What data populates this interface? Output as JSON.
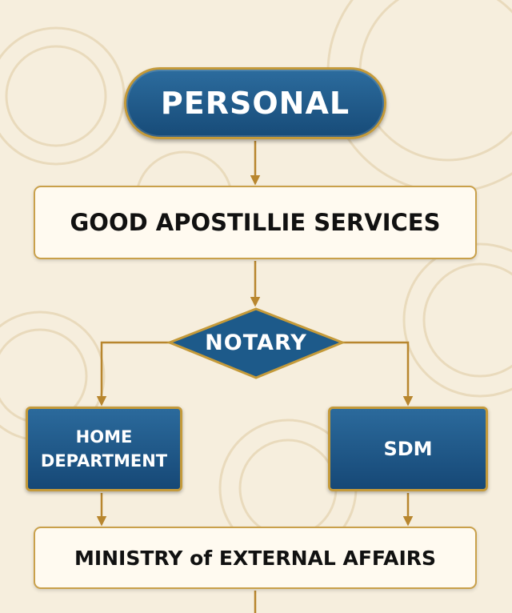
{
  "flowchart": {
    "start": "PERSONAL",
    "step1": "GOOD APOSTILLIE SERVICES",
    "decision": "NOTARY",
    "branch_left": {
      "line1": "HOME",
      "line2": "DEPARTMENT"
    },
    "branch_right": "SDM",
    "final": "MINISTRY of EXTERNAL AFFAIRS"
  },
  "colors": {
    "background": "#f6eedd",
    "node_blue": "#1d5a8a",
    "border_gold": "#c49a3a",
    "connector": "#b8862e"
  }
}
